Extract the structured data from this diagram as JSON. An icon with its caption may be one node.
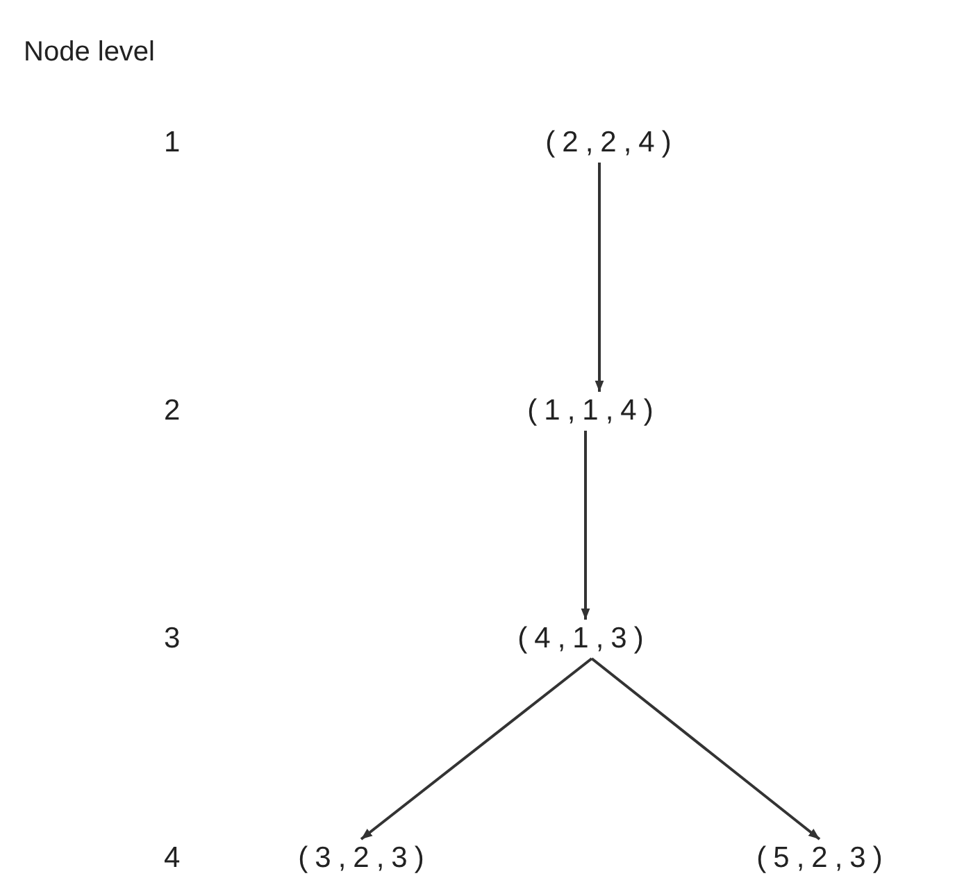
{
  "diagram": {
    "nodes": [
      {
        "text": [
          "(2,2,4)"
        ]
      },
      {
        "text": [
          "(1,1,4)"
        ]
      },
      {
        "text": [
          "(4,1,3)"
        ]
      },
      {
        "text": [
          "(3,2,3)"
        ]
      },
      {
        "text": [
          "(5,2,3)"
        ]
      }
    ],
    "edges": [
      {
        "from": 0,
        "to": 1,
        "arrow": "to"
      },
      {
        "from": 1,
        "to": 2,
        "arrow": "to"
      },
      {
        "from": 2,
        "to": 3,
        "arrow": "to"
      },
      {
        "from": 2,
        "to": 4,
        "arrow": "to"
      }
    ],
    "labels": [
      "Node level",
      "1",
      "2",
      "3",
      "4"
    ]
  }
}
